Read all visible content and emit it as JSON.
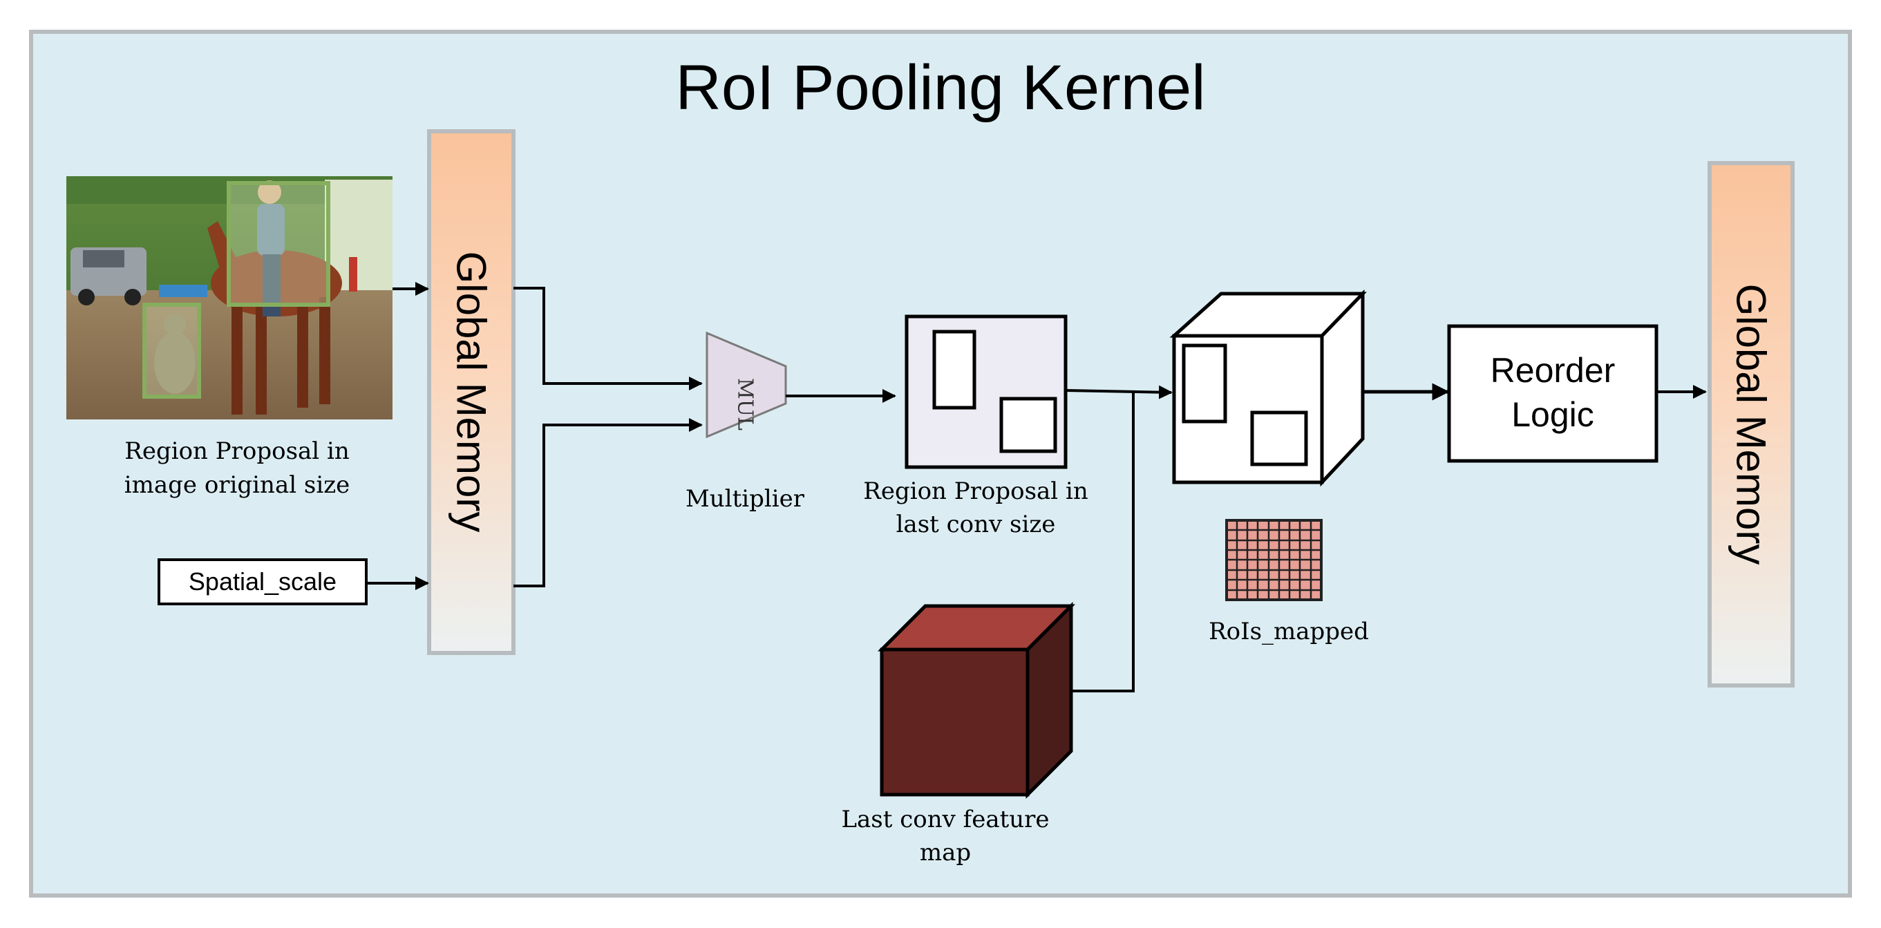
{
  "title": "RoI Pooling Kernel",
  "global_memory_left": {
    "label": "Global Memory"
  },
  "global_memory_right": {
    "label": "Global Memory"
  },
  "input_image": {
    "caption_line1": "Region Proposal in",
    "caption_line2": "image original size"
  },
  "spatial_scale": {
    "label": "Spatial_scale"
  },
  "multiplier": {
    "symbol": "MUL",
    "caption": "Multiplier"
  },
  "region_proposal_conv": {
    "caption_line1": "Region Proposal in",
    "caption_line2": "last conv size"
  },
  "feature_map": {
    "caption_line1": "Last conv feature",
    "caption_line2": "map"
  },
  "rois_mapped": {
    "caption": "RoIs_mapped"
  },
  "reorder_logic": {
    "line1": "Reorder",
    "line2": "Logic"
  },
  "colors": {
    "panel_bg": "#dbedf3",
    "panel_border": "#b8bcbe",
    "memory_top": "#f9c39c",
    "memory_bottom": "#ecf1f1",
    "multiplier_fill": "#e3dbe8",
    "proposal_fill": "#edebf3",
    "cube_front": "#622421",
    "cube_top": "#a6413b",
    "cube_side": "#4a1c1a",
    "grid_fill": "#e89f96",
    "bbox_green": "#86ae5e"
  }
}
